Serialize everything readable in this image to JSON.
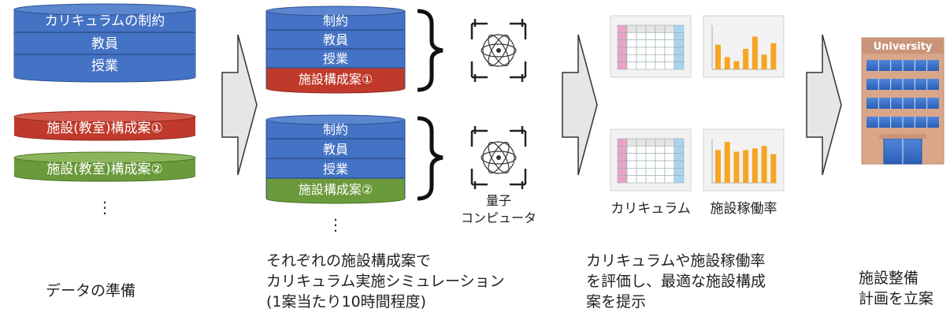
{
  "col1": {
    "stack": [
      "カリキュラムの制約",
      "教員",
      "授業"
    ],
    "plan1": "施設(教室)構成案①",
    "plan2": "施設(教室)構成案②",
    "ellipsis": "⋮"
  },
  "col2": {
    "stack1": [
      "制約",
      "教員",
      "授業",
      "施設構成案①"
    ],
    "stack2": [
      "制約",
      "教員",
      "授業",
      "施設構成案②"
    ],
    "ellipsis": "⋮"
  },
  "quantum": {
    "label_line1": "量子",
    "label_line2": "コンピュータ"
  },
  "results": {
    "curriculum_label": "カリキュラム",
    "utilization_label": "施設稼働率"
  },
  "building": {
    "sign": "University"
  },
  "captions": {
    "step1": [
      "データの準備"
    ],
    "step2": [
      "それぞれの施設構成案で",
      "カリキュラム実施シミュレーション",
      "(1案当たり10時間程度)"
    ],
    "step3": [
      "カリキュラムや施設稼働率",
      "を評価し、最適な施設構成",
      "案を提示"
    ],
    "step4": [
      "施設整備",
      "計画を立案"
    ]
  },
  "colors": {
    "blue": "#4472c4",
    "blue_top": "#5b86d0",
    "red": "#c0392b",
    "red_top": "#d45a4e",
    "green": "#6a9a3a",
    "green_top": "#8bb55a",
    "arrow_fill": "#e6e6e6",
    "bar_orange": "#f5a623",
    "grid_pink": "#e8a4c8",
    "grid_blue": "#a9d4ee"
  },
  "bars": {
    "top": [
      3,
      1.5,
      1,
      2.5,
      4,
      1.8,
      3.2
    ],
    "bottom": [
      4,
      5,
      3.8,
      4,
      4.2,
      4.5,
      3.5
    ]
  }
}
